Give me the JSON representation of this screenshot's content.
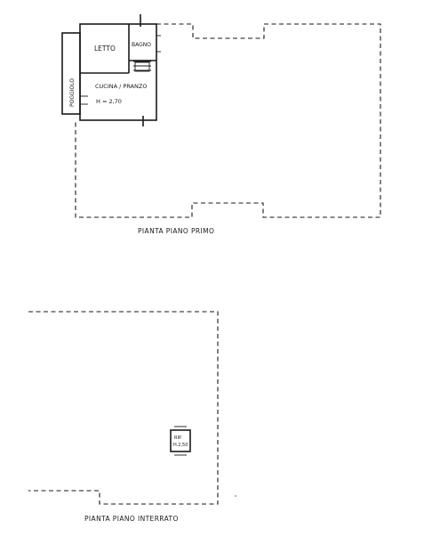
{
  "plans": [
    {
      "caption": "PIANTA PIANO PRIMO",
      "rooms": {
        "bedroom": "LETTO",
        "bathroom": "BAGNO",
        "kitchen": "CUCINA / PRANZO",
        "kitchen_height": "H = 2,70",
        "balcony": "POGGIOLO"
      }
    },
    {
      "caption": "PIANTA PIANO INTERRATO",
      "rooms": {
        "storage": "RIP.",
        "storage_height": "H.2,50"
      }
    }
  ]
}
